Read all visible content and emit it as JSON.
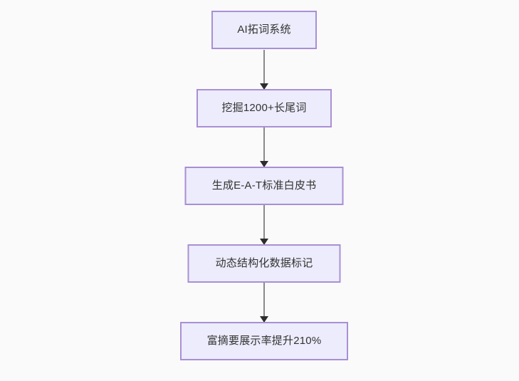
{
  "diagram": {
    "type": "flowchart",
    "direction": "top-to-bottom",
    "background_color": "#fafafa",
    "node_fill_color": "#ececfc",
    "node_border_color": "#a98fd4",
    "node_text_color": "#333333",
    "edge_line_color": "#8a8a8a",
    "edge_arrow_color": "#2d2d2d",
    "nodes": [
      {
        "id": "n1",
        "label": "AI拓词系统"
      },
      {
        "id": "n2",
        "label": "挖掘1200+长尾词"
      },
      {
        "id": "n3",
        "label": "生成E-A-T标准白皮书"
      },
      {
        "id": "n4",
        "label": "动态结构化数据标记"
      },
      {
        "id": "n5",
        "label": "富摘要展示率提升210%"
      }
    ],
    "edges": [
      {
        "from": "n1",
        "to": "n2"
      },
      {
        "from": "n2",
        "to": "n3"
      },
      {
        "from": "n3",
        "to": "n4"
      },
      {
        "from": "n4",
        "to": "n5"
      }
    ]
  }
}
